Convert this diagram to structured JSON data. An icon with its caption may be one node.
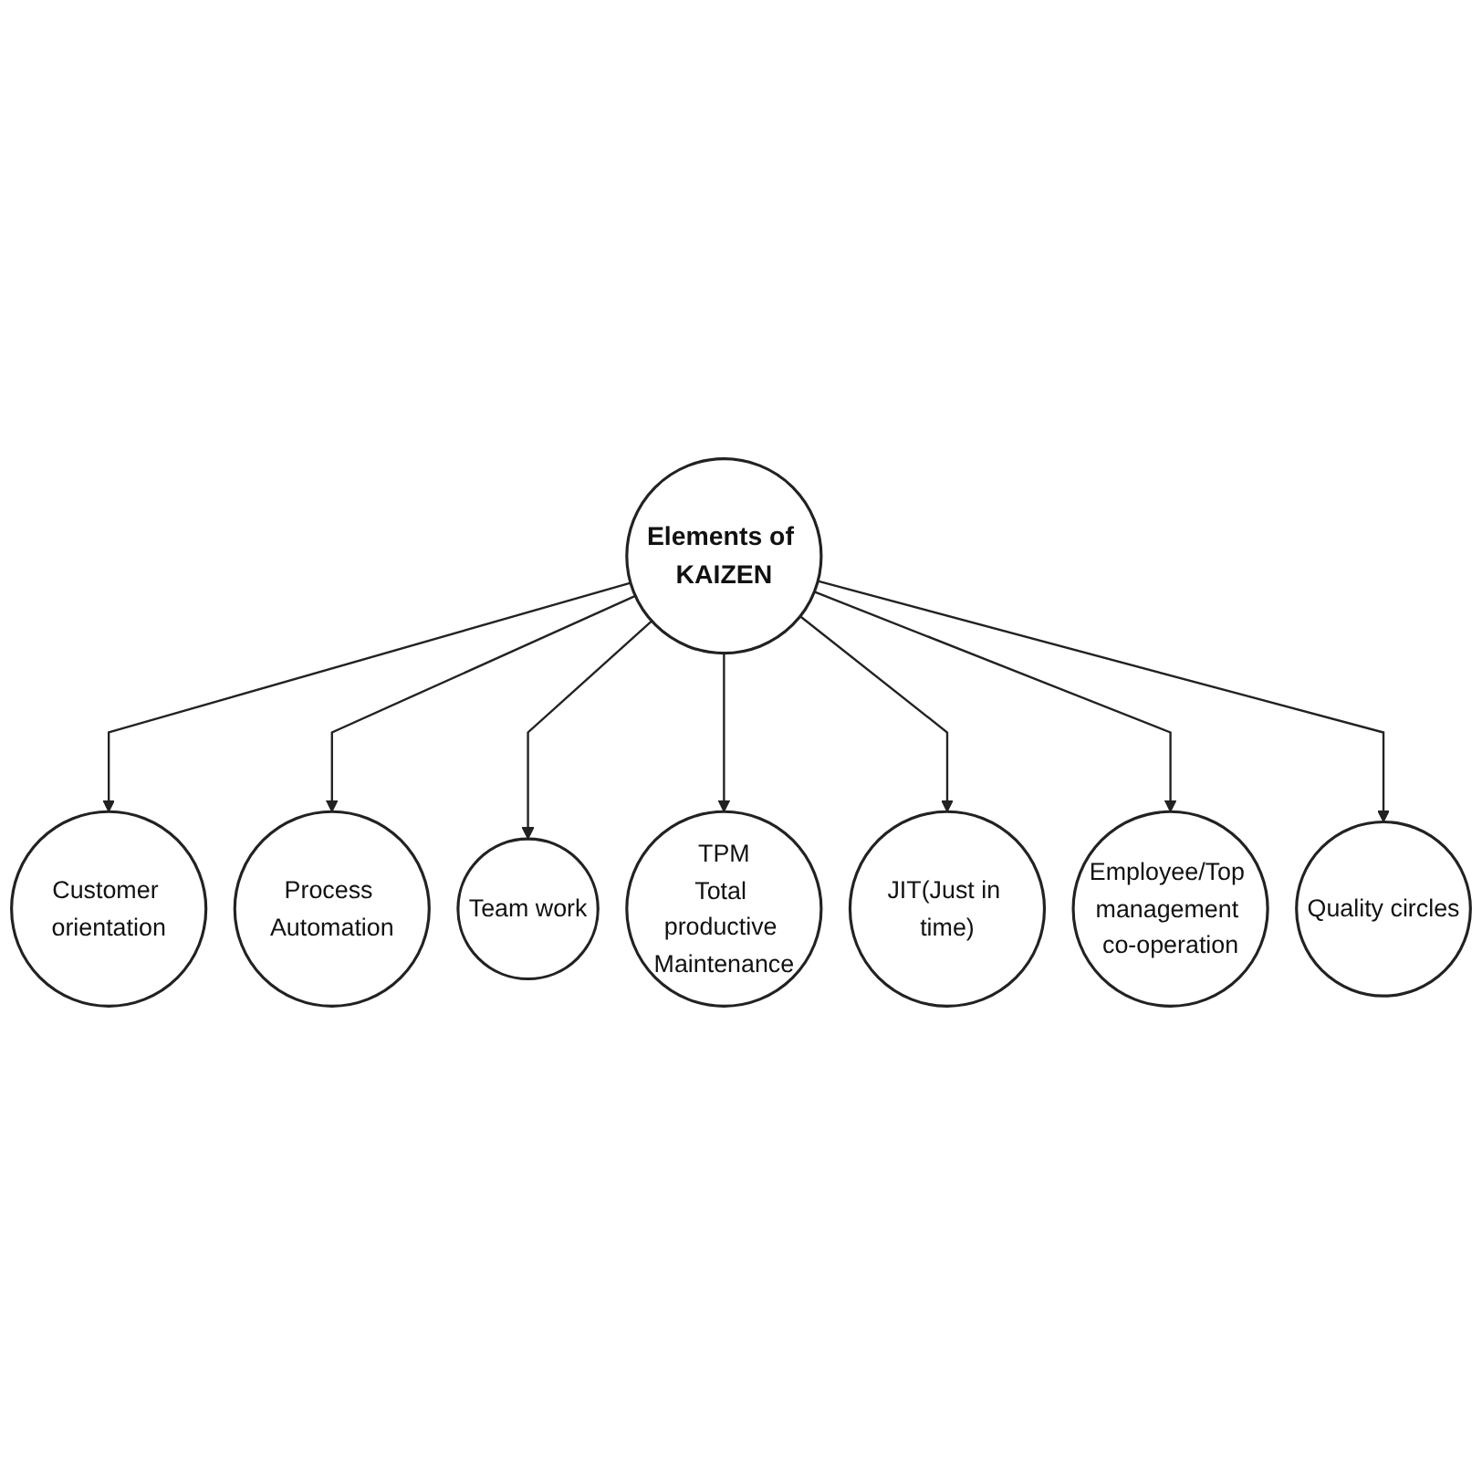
{
  "diagram": {
    "nodes": [
      {
        "text": [
          "Customer orientation"
        ]
      },
      {
        "text": [
          "Process Automation"
        ]
      },
      {
        "text": [
          "Team work"
        ]
      },
      {
        "text": [
          "Elements of KAIZEN"
        ]
      },
      {
        "text": [
          "TPM",
          "Total productive Maintenance"
        ]
      },
      {
        "text": [
          "JIT(Just in time)"
        ]
      },
      {
        "text": [
          "Employee/Top management co-operation"
        ]
      },
      {
        "text": [
          "Quality circles"
        ]
      }
    ],
    "edges": [
      {
        "from": 3,
        "to": 0,
        "arrow": "to"
      },
      {
        "from": 3,
        "to": 1,
        "arrow": "to"
      },
      {
        "from": 3,
        "to": 2,
        "arrow": "to"
      },
      {
        "from": 3,
        "to": 4,
        "arrow": "to"
      },
      {
        "from": 3,
        "to": 5,
        "arrow": "to"
      },
      {
        "from": 3,
        "to": 6,
        "arrow": "to"
      },
      {
        "from": 3,
        "to": 7,
        "arrow": "to"
      }
    ]
  }
}
